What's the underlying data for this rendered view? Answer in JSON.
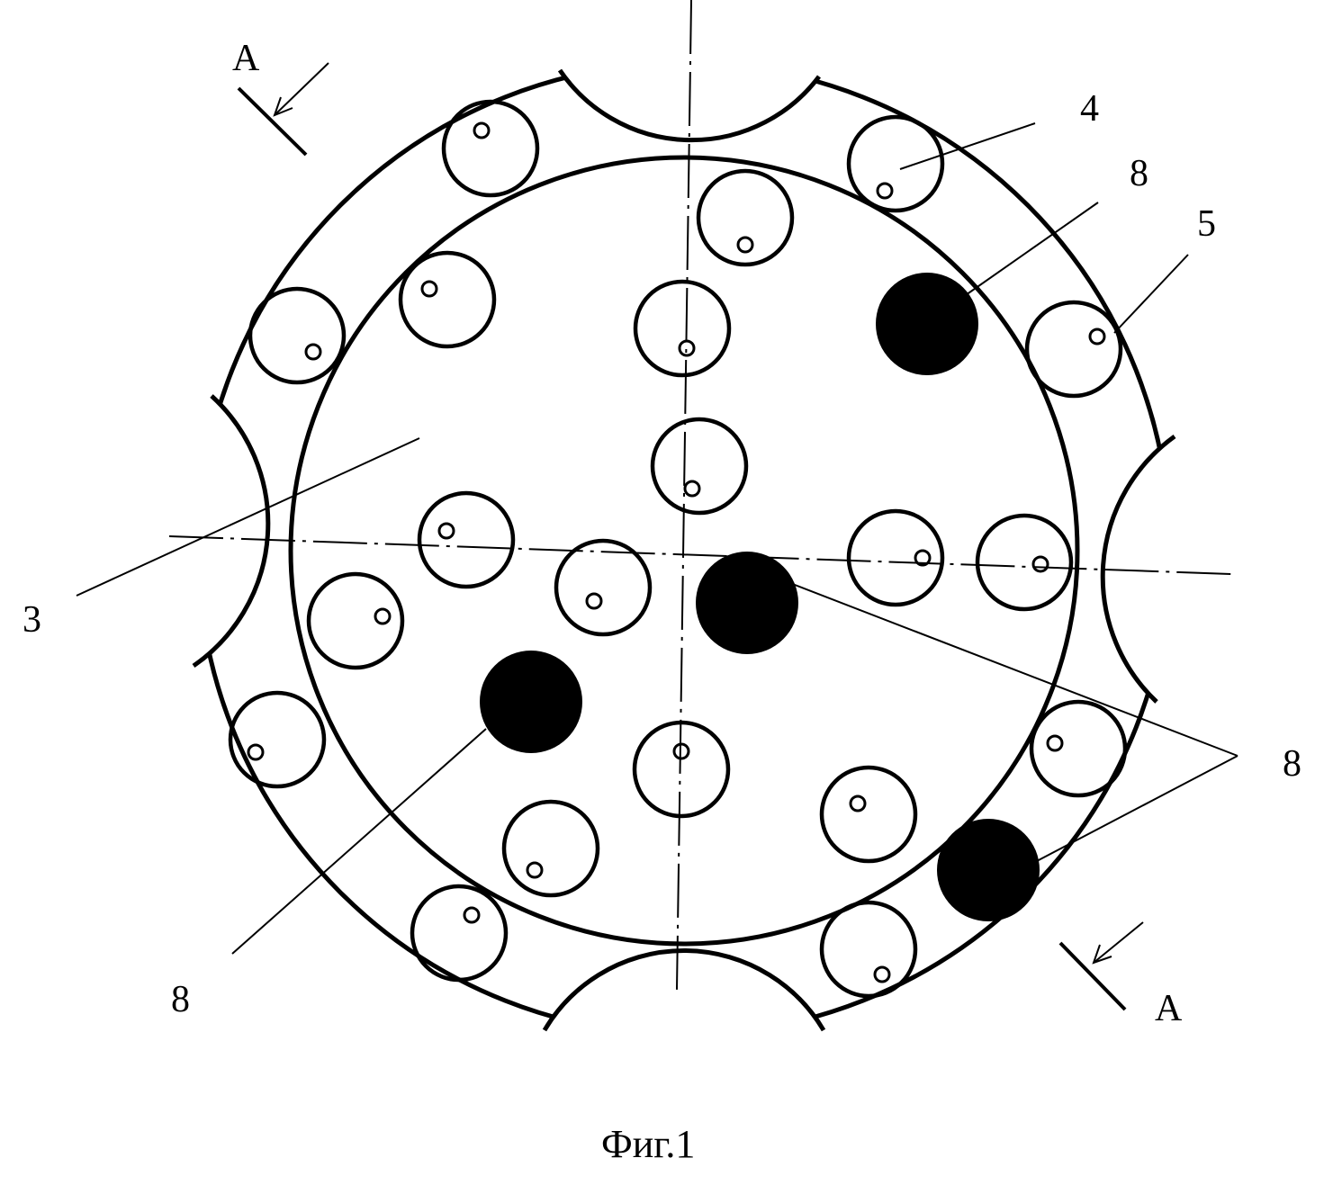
{
  "figure": {
    "caption": "Фиг.1",
    "labels": {
      "section_top": "A",
      "section_bottom": "A",
      "ref_3": "3",
      "ref_4": "4",
      "ref_5": "5",
      "ref_8_top": "8",
      "ref_8_right": "8",
      "ref_8_bottom": "8"
    },
    "colors": {
      "ink": "#000000",
      "paper": "#ffffff"
    }
  }
}
